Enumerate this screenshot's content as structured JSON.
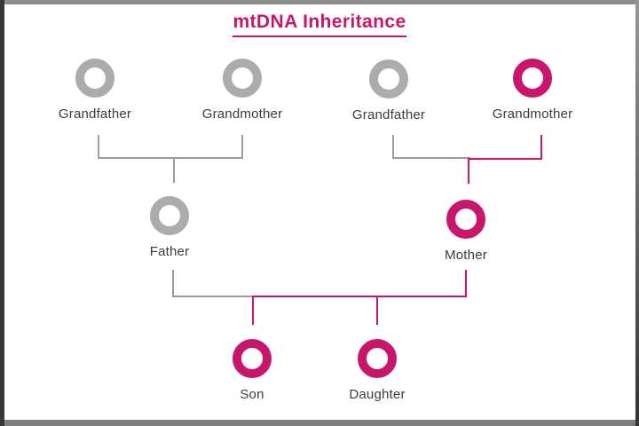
{
  "title": "mtDNA Inheritance",
  "colors": {
    "mtdna_carrier_pink": "#c6176c",
    "non_carrier_gray": "#acacac",
    "connector_gray": "#9c9c9c",
    "label_text": "#3b3b3b"
  },
  "nodes": [
    {
      "id": "paternal-grandfather",
      "label": "Grandfather",
      "carrier": false
    },
    {
      "id": "paternal-grandmother",
      "label": "Grandmother",
      "carrier": false
    },
    {
      "id": "maternal-grandfather",
      "label": "Grandfather",
      "carrier": false
    },
    {
      "id": "maternal-grandmother",
      "label": "Grandmother",
      "carrier": true
    },
    {
      "id": "father",
      "label": "Father",
      "carrier": false
    },
    {
      "id": "mother",
      "label": "Mother",
      "carrier": true
    },
    {
      "id": "son",
      "label": "Son",
      "carrier": true
    },
    {
      "id": "daughter",
      "label": "Daughter",
      "carrier": true
    }
  ]
}
